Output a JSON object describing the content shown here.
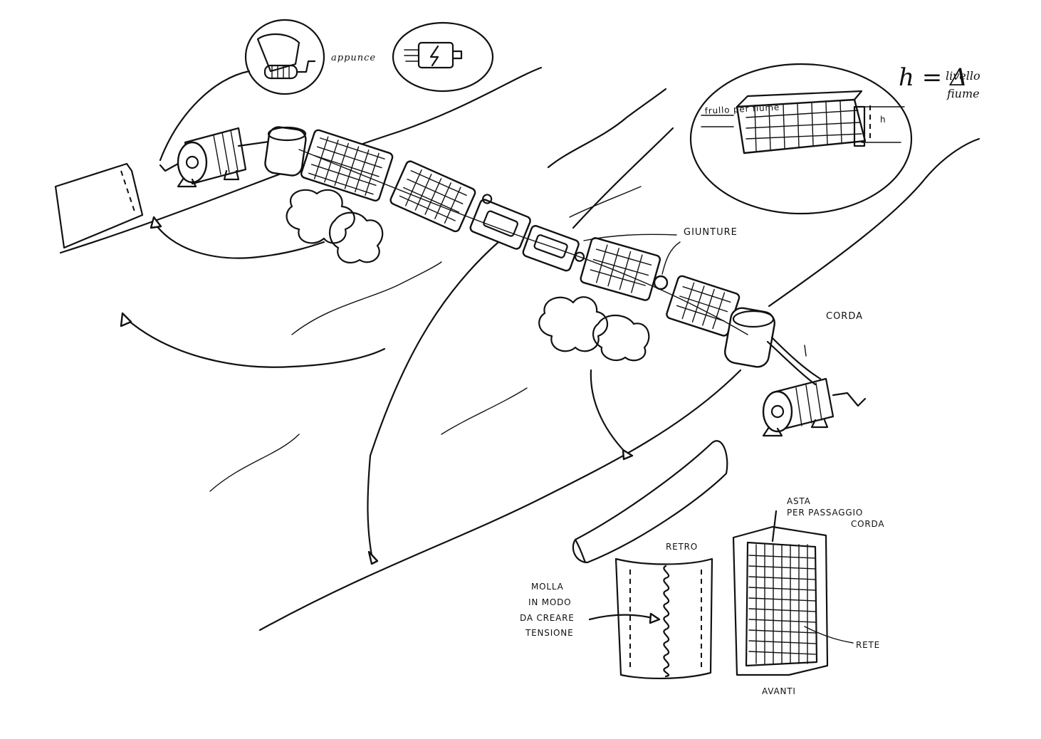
{
  "labels": {
    "appunce": "appunce",
    "h_eq": "h = Δ",
    "livello": "livello",
    "fiume": "fiume",
    "frullo_per_fiume": "frullo per fiume",
    "h": "h",
    "giunture": "GIUNTURE",
    "corda": "CORDA",
    "asta_line1": "ASTA",
    "asta_line2": "PER PASSAGGIO",
    "asta_line3": "CORDA",
    "retro": "RETRO",
    "molla_line1": "MOLLA",
    "molla_line2": "IN MODO",
    "molla_line3": "DA CREARE",
    "molla_line4": "TENSIONE",
    "rete": "RETE",
    "avanti": "AVANTI"
  },
  "icons": {
    "hand_crank": "hand-crank-icon",
    "motor": "electric-motor-icon",
    "winch_left": "winch-icon",
    "winch_right": "winch-icon",
    "float_module": "float-net-module-icon",
    "spring": "spring-coil-icon",
    "net": "net-grid-icon"
  },
  "colors": {
    "ink": "#111111",
    "paper": "#ffffff"
  }
}
